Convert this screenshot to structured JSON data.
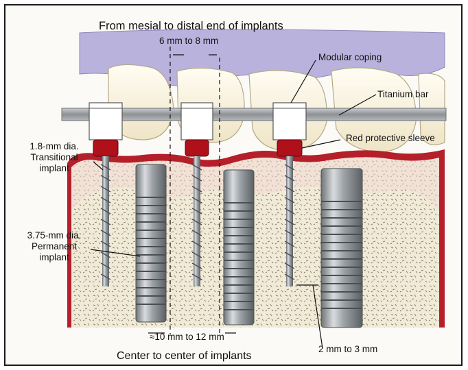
{
  "title": "From mesial to distal end of implants",
  "labels": {
    "mesial_distal_spacing": "6 mm to 8 mm",
    "modular_coping": "Modular coping",
    "titanium_bar": "Titanium bar",
    "red_protective_sleeve": "Red protective sleeve",
    "transitional_implant": "1.8-mm dia. Transitional implant",
    "permanent_implant": "3.75-mm dia. Permanent implant",
    "center_spacing": "≈10 mm to 12 mm",
    "bone_gap": "2 mm to 3 mm",
    "center_caption": "Center to center of implants"
  },
  "colors": {
    "gum": "#b9b2dc",
    "bone": "#efe7d2",
    "sleeve": "#b0101a",
    "metal": "#a9adb2",
    "tooth": "#fbf6e6"
  }
}
